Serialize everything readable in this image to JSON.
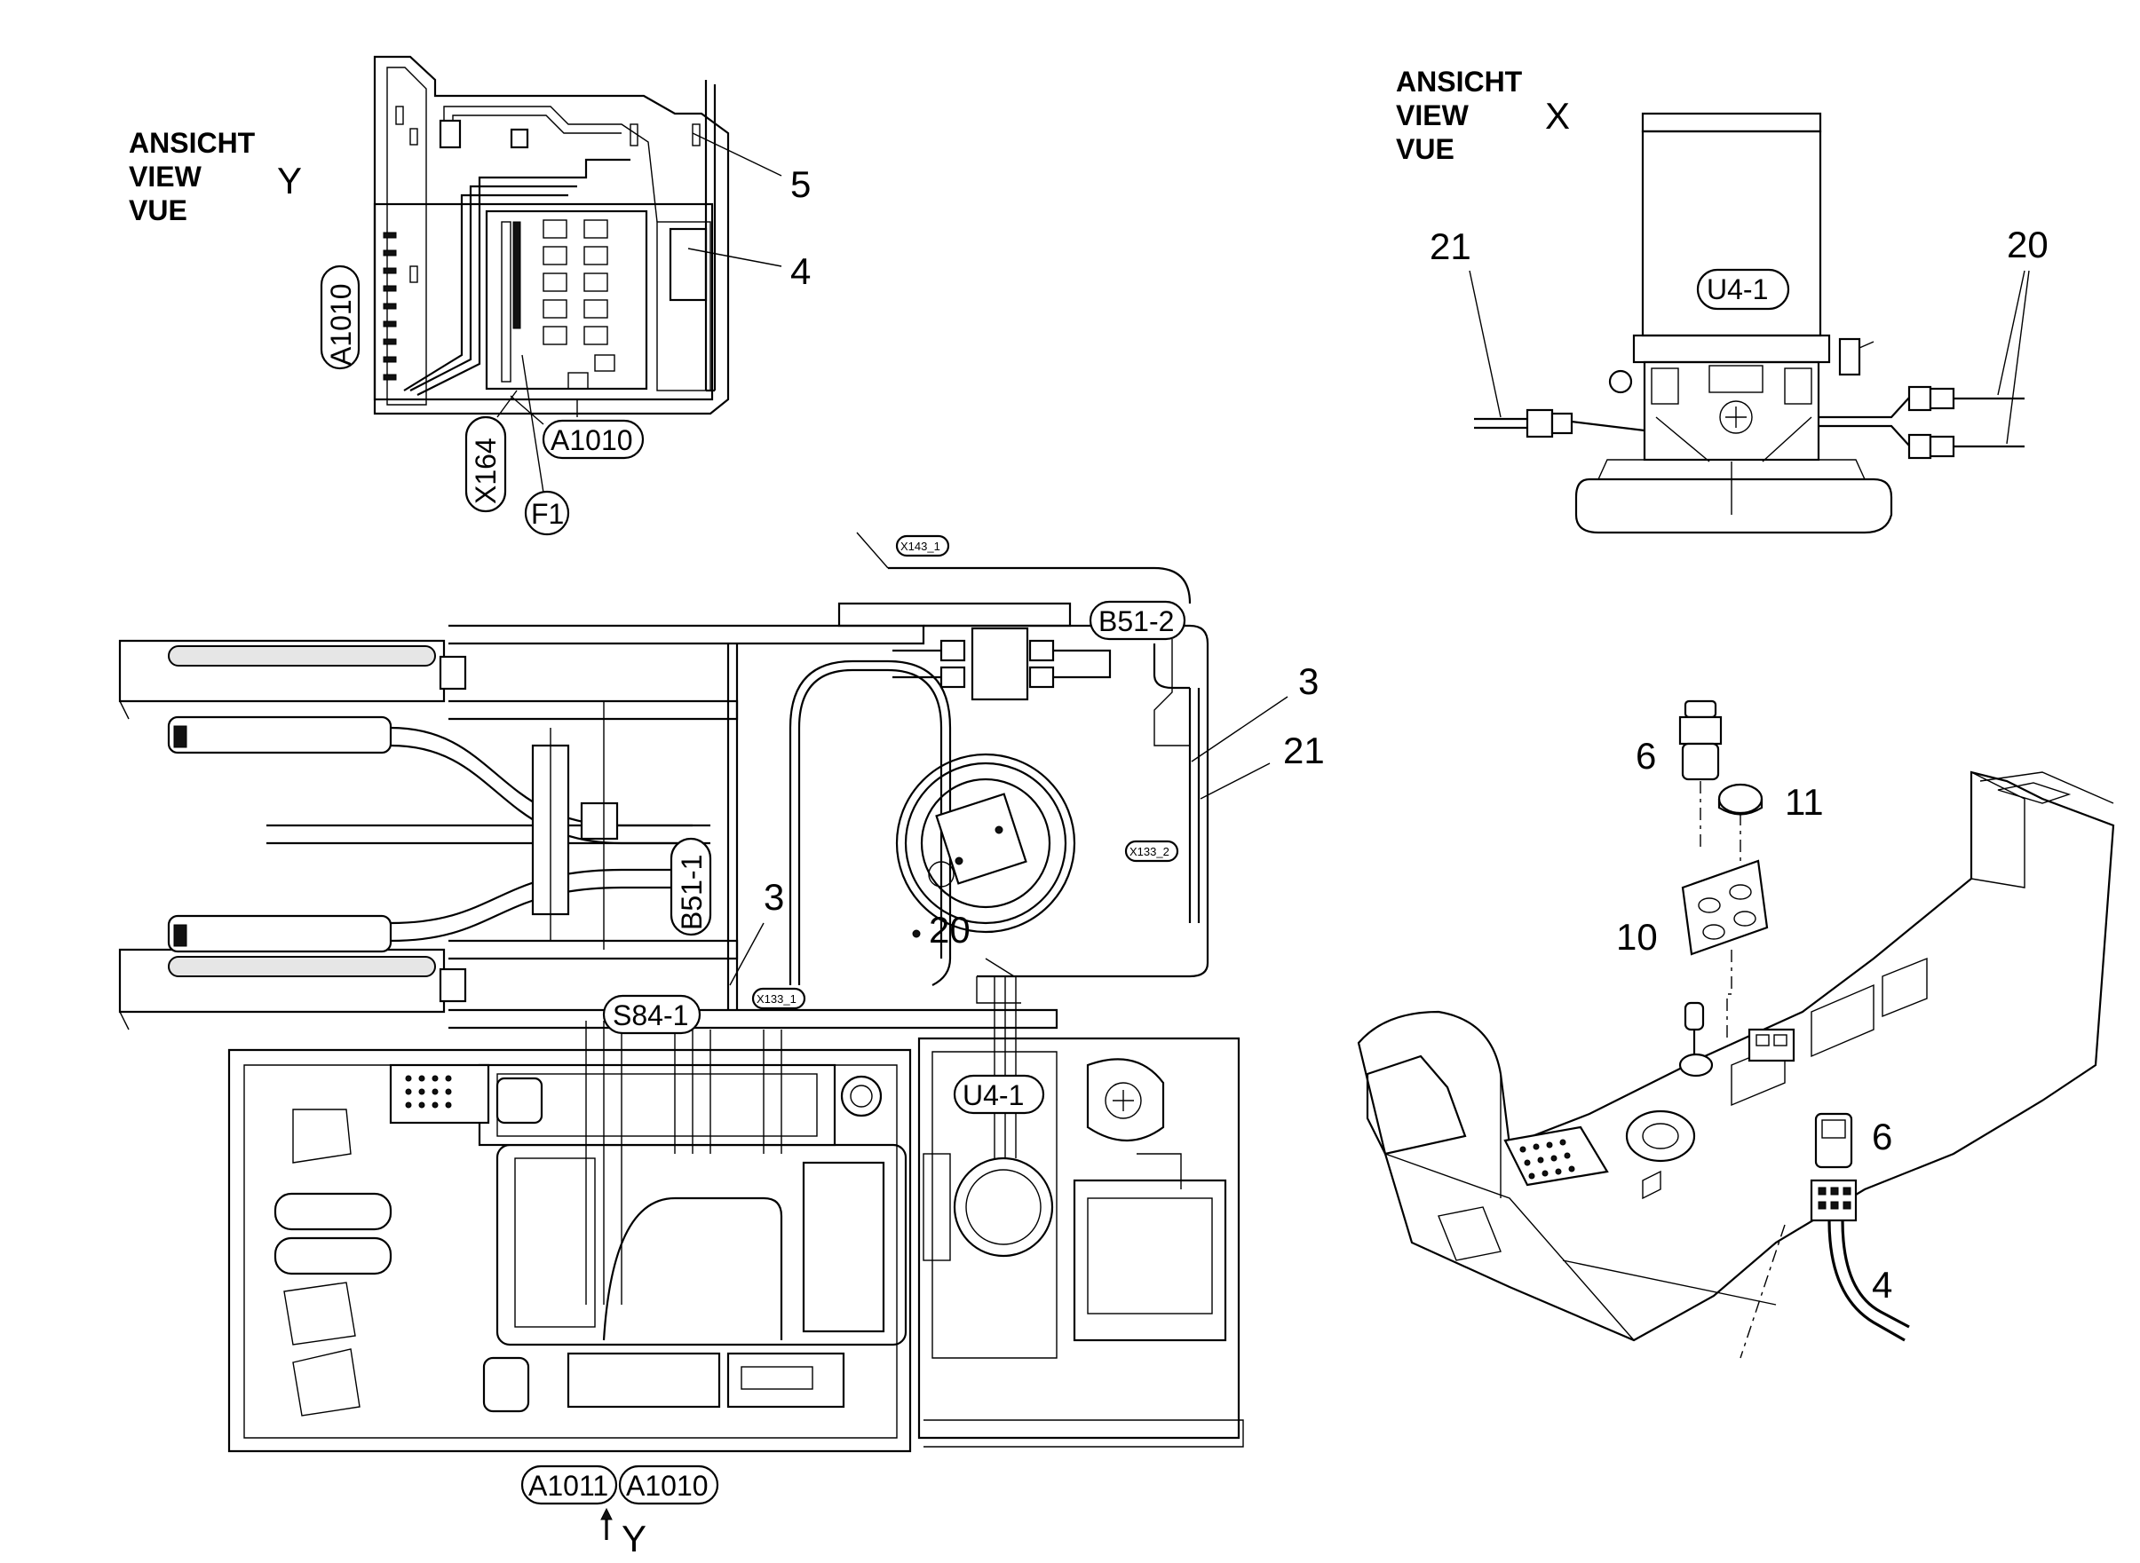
{
  "views": {
    "view_y": {
      "line1": "ANSICHT",
      "line2": "VIEW",
      "line3": "VUE",
      "letter": "Y"
    },
    "view_x": {
      "line1": "ANSICHT",
      "line2": "VIEW",
      "line3": "VUE",
      "letter": "X"
    }
  },
  "callouts": {
    "n5": "5",
    "n4_top": "4",
    "n21_top": "21",
    "n20_top": "20",
    "n3_right": "3",
    "n21_right": "21",
    "n3_mid": "3",
    "n20_mid": "20",
    "n6_top": "6",
    "n11": "11",
    "n10": "10",
    "n6_bottom": "6",
    "n4_bottom": "4",
    "y_arrow": "Y"
  },
  "tags": {
    "a1010_vertical": "A1010",
    "a1010_board": "A1010",
    "x164": "X164",
    "f1": "F1",
    "u4_1_top": "U4-1",
    "b51_2": "B51-2",
    "b51_1": "B51-1",
    "s84_1": "S84-1",
    "u4_1_mid": "U4-1",
    "x143_1": "X143_1",
    "x133_2": "X133_2",
    "x133_1": "X133_1",
    "a1011": "A1011",
    "a1010_bottom": "A1010"
  }
}
